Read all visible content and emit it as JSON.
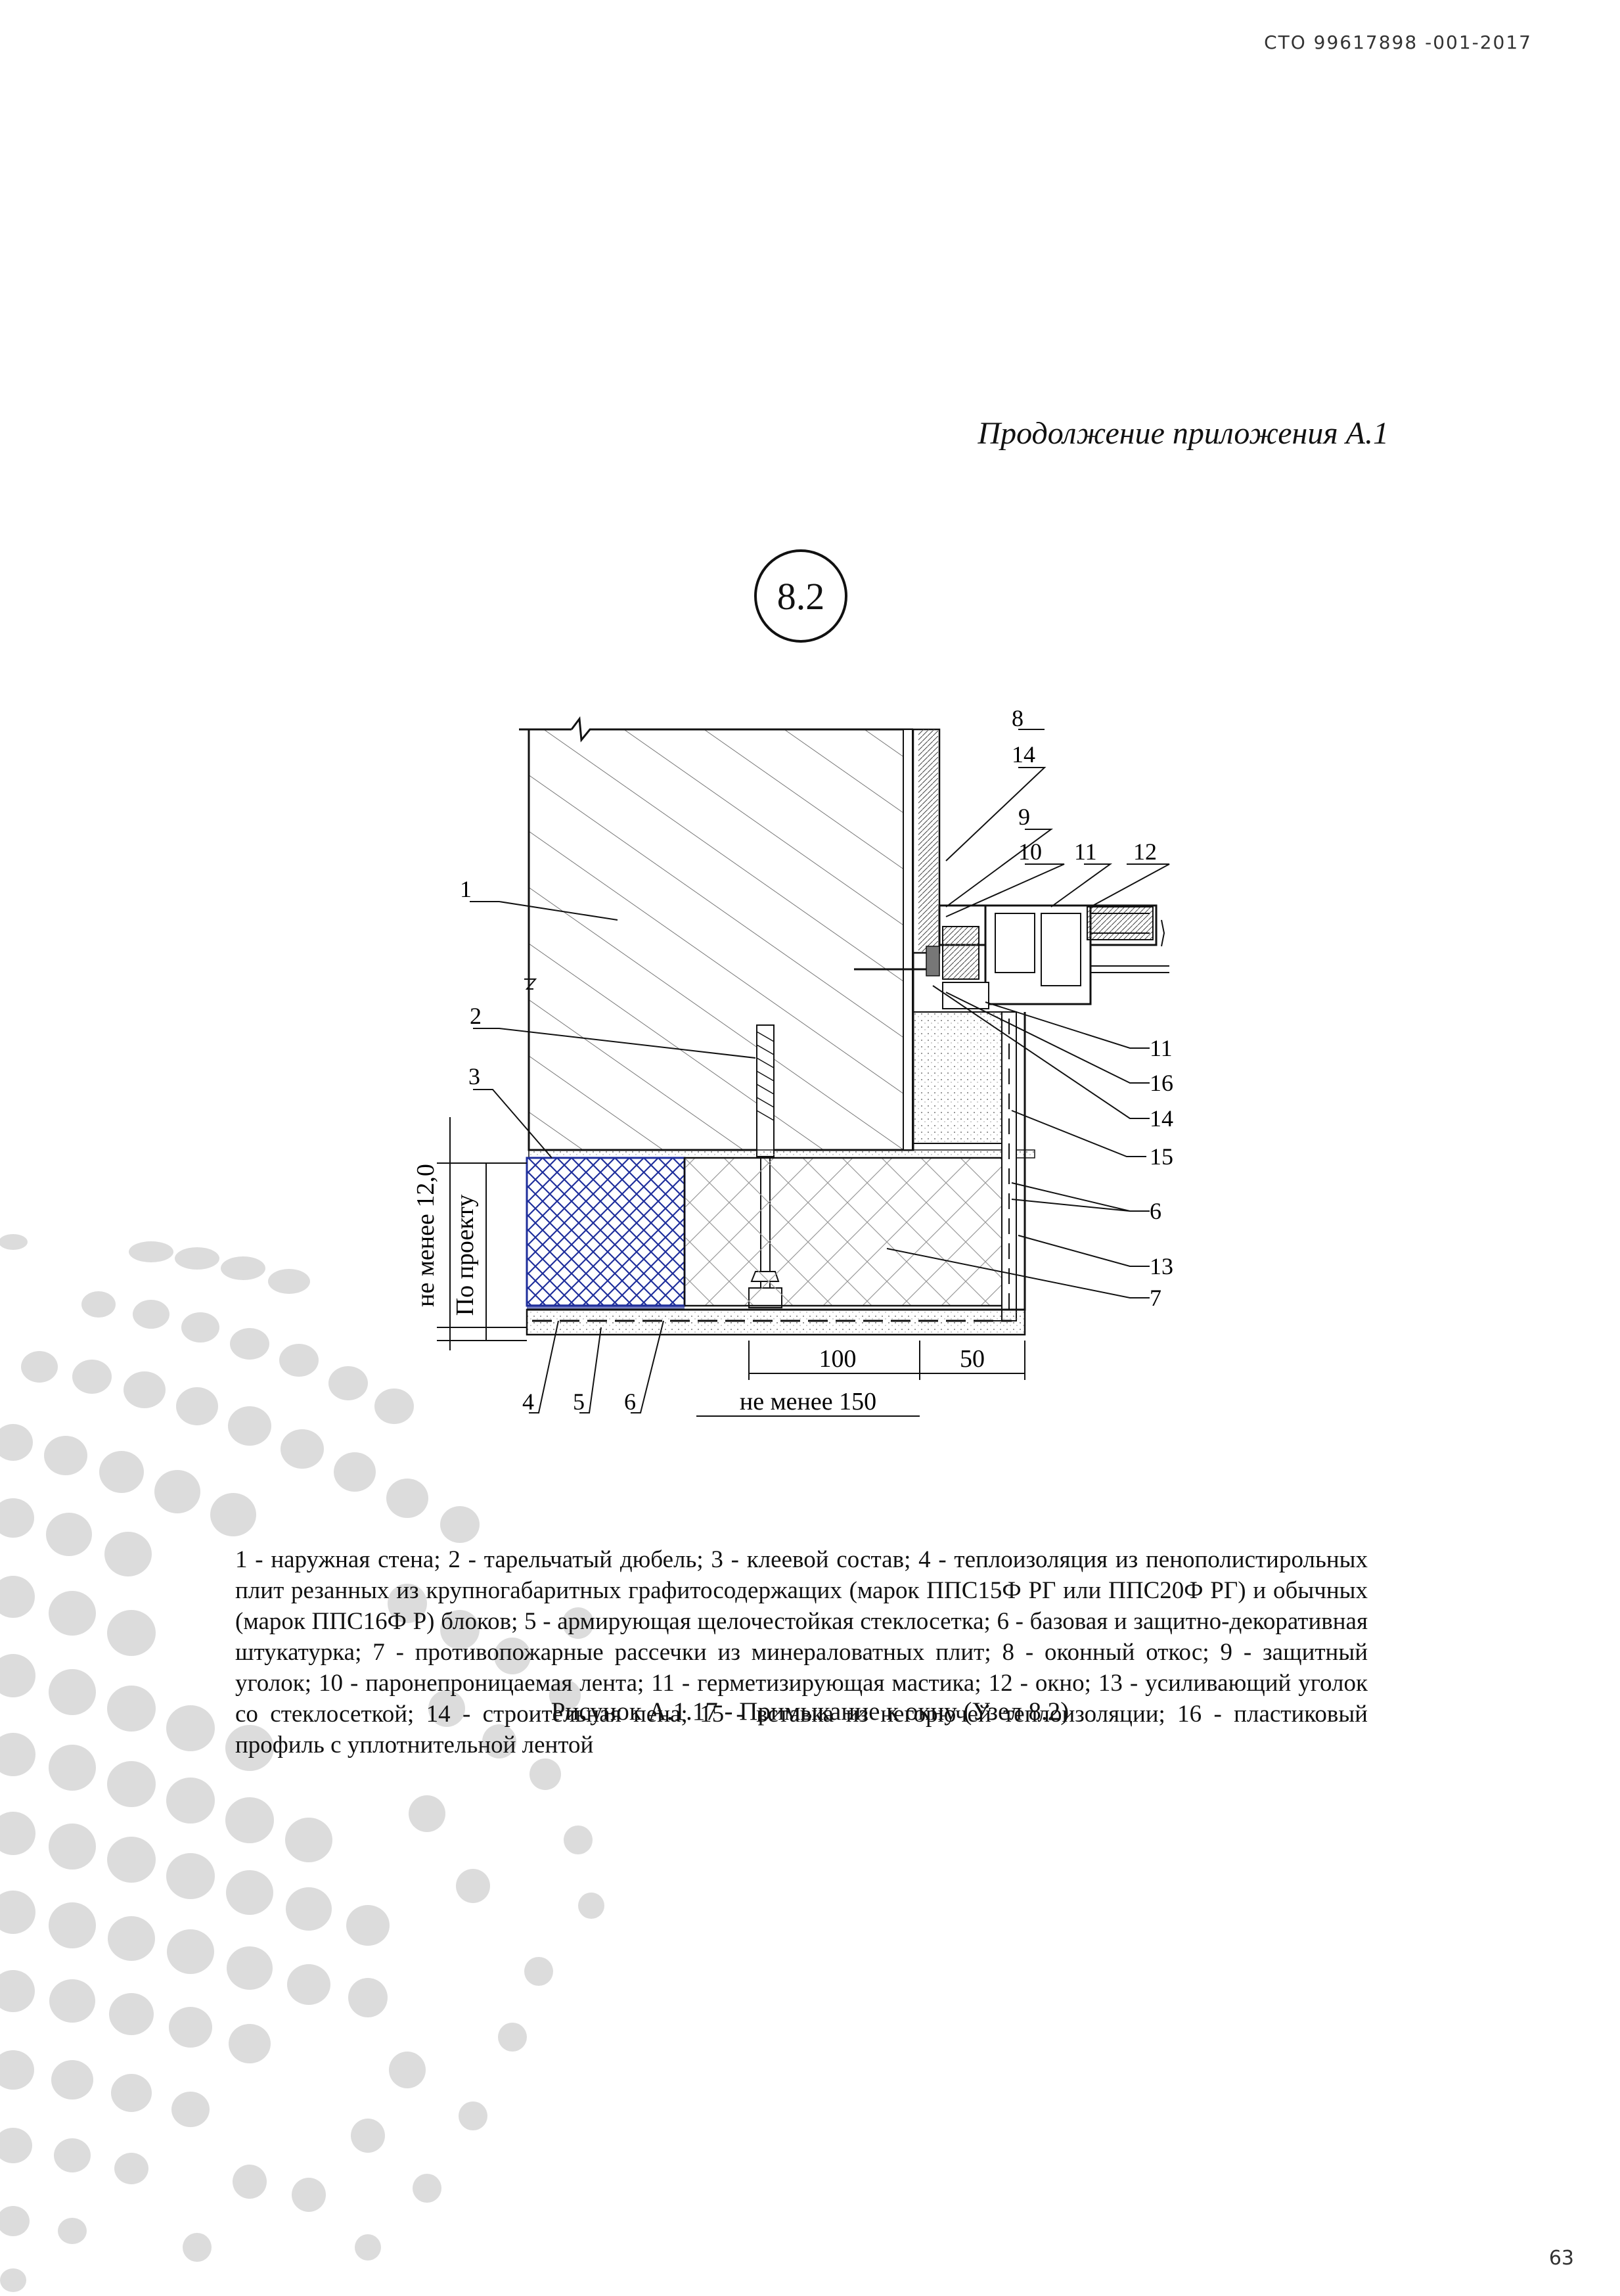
{
  "header": {
    "doc_code": "СТО 99617898 -001-2017"
  },
  "section": {
    "continuation": "Продолжение приложения А.1"
  },
  "node": {
    "label": "8.2"
  },
  "drawing": {
    "callouts_right": [
      "8",
      "14",
      "9",
      "10",
      "11",
      "12",
      "11",
      "16",
      "14",
      "15",
      "6",
      "13",
      "7"
    ],
    "callouts_left": [
      "1",
      "2",
      "3"
    ],
    "callouts_bottom": [
      "4",
      "5",
      "6"
    ],
    "dim_vertical_outer": "не менее 12,0",
    "dim_vertical_inner": "По проекту",
    "dim_100": "100",
    "dim_50": "50",
    "dim_total": "не менее 150"
  },
  "legend": {
    "text": "1 - наружная стена; 2 - тарельчатый дюбель; 3 - клеевой состав; 4 - теплоизоляция из пенополистирольных плит резанных из крупногабаритных графитосодержащих (марок ППС15Ф РГ или ППС20Ф РГ) и обычных (марок ППС16Ф Р) блоков; 5 - армирующая щелочестойкая стеклосетка; 6 - базовая и защитно-декоративная штукатурка; 7 - противопожарные рассечки из минераловатных плит; 8 - оконный откос; 9 - защитный уголок; 10 - паронепроницаемая лента; 11 - герметизирующая мастика; 12 - окно; 13 - усиливающий уголок со стеклосеткой; 14 - строительная пена; 15 - вставка из негорючей теплоизоляции; 16 - пластиковый профиль с уплотнительной лентой"
  },
  "caption": {
    "text": "Рисунок А.1.17 - Примыкание к окну (Узел 8.2)"
  },
  "footer": {
    "page_number": "63"
  },
  "colors": {
    "eps_blue": "#1f2f9c",
    "dots": "#d9d9d9"
  }
}
